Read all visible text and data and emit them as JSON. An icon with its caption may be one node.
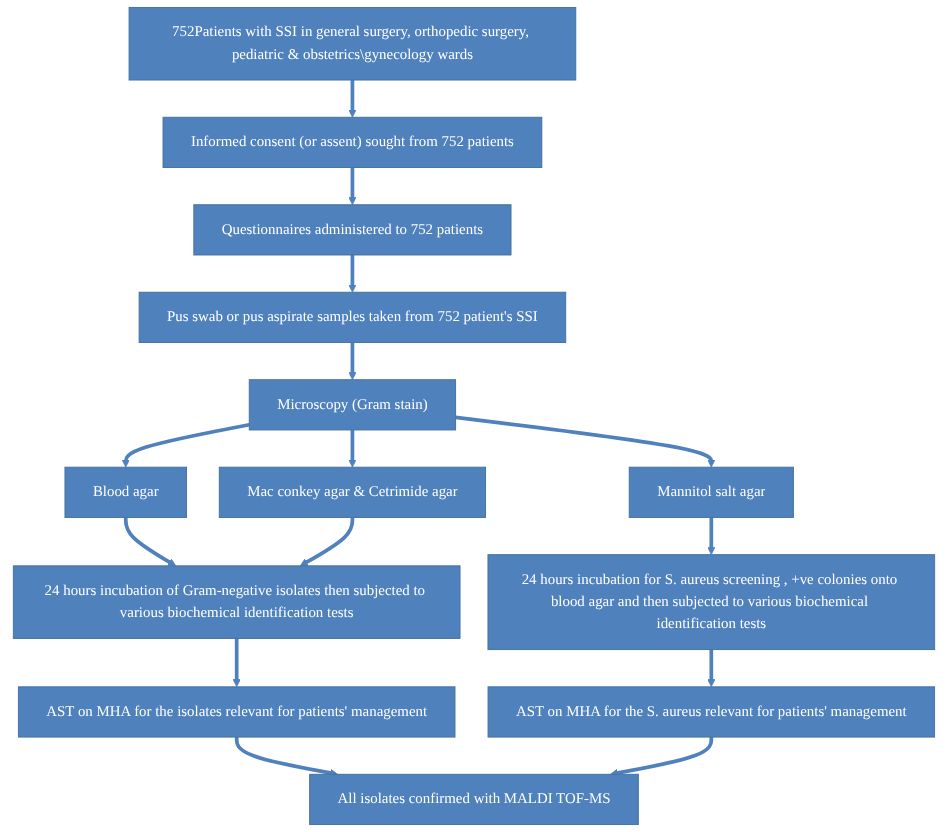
{
  "diagram": {
    "nodes": [
      {
        "text": [
          "752Patients with SSI in general surgery, orthopedic surgery, pediatric & obstetrics\\gynecology wards"
        ]
      },
      {
        "text": [
          "Informed consent (or assent) sought from 752 patients"
        ]
      },
      {
        "text": [
          "Questionnaires administered to 752 patients"
        ]
      },
      {
        "text": [
          "Pus swab or pus aspirate samples taken from 752 patient's SSI"
        ]
      },
      {
        "text": [
          "Microscopy (Gram stain)"
        ]
      },
      {
        "text": [
          "Blood agar"
        ]
      },
      {
        "text": [
          "Mac conkey agar & Cetrimide agar"
        ]
      },
      {
        "text": [
          "Mannitol salt agar"
        ]
      },
      {
        "text": [
          "24 hours incubation of Gram-negative isolates then subjected to various biochemical identification tests"
        ]
      },
      {
        "text": [
          "24 hours incubation for S. aureus screening , +ve colonies onto blood agar and then subjected to various biochemical identification tests"
        ]
      },
      {
        "text": [
          "AST on MHA for the isolates relevant for patients' management"
        ]
      },
      {
        "text": [
          "AST on MHA for the S. aureus relevant for patients' management"
        ]
      },
      {
        "text": [
          "All isolates confirmed with MALDI TOF-MS"
        ]
      }
    ],
    "edges": [
      {
        "from": 0,
        "to": 1,
        "arrow": "to"
      },
      {
        "from": 1,
        "to": 2,
        "arrow": "to"
      },
      {
        "from": 2,
        "to": 3,
        "arrow": "to"
      },
      {
        "from": 3,
        "to": 4,
        "arrow": "to"
      },
      {
        "from": 4,
        "to": 5,
        "arrow": "to"
      },
      {
        "from": 4,
        "to": 6,
        "arrow": "to"
      },
      {
        "from": 4,
        "to": 7,
        "arrow": "to"
      },
      {
        "from": 5,
        "to": 8,
        "arrow": "to"
      },
      {
        "from": 6,
        "to": 8,
        "arrow": "to"
      },
      {
        "from": 7,
        "to": 9,
        "arrow": "to"
      },
      {
        "from": 8,
        "to": 10,
        "arrow": "to"
      },
      {
        "from": 9,
        "to": 11,
        "arrow": "to"
      },
      {
        "from": 10,
        "to": 12,
        "arrow": "to"
      },
      {
        "from": 11,
        "to": 12,
        "arrow": "to"
      }
    ]
  }
}
